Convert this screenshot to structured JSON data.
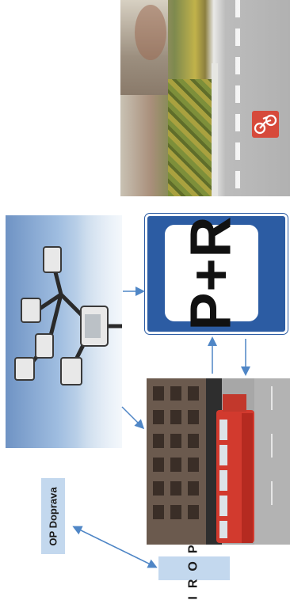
{
  "labels": {
    "pr_sign": "P+R",
    "op_doprava": "OP Doprava",
    "irop": "IROP"
  },
  "images": {
    "bike_lane_photo": "street-with-bike-lane",
    "camera_photo": "surveillance-cameras",
    "bus_photo": "red-bus-on-street"
  },
  "colors": {
    "sign_blue": "#2c5ca3",
    "label_bg": "#c3d8ee",
    "arrow": "#4f86c6"
  }
}
